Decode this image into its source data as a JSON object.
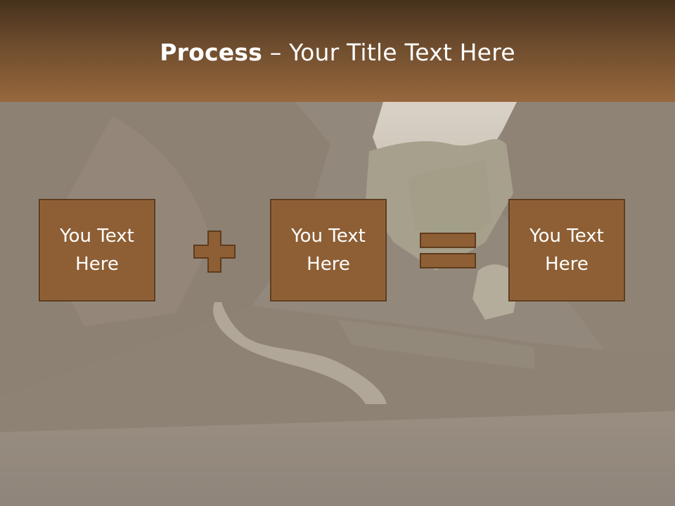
{
  "slide": {
    "title_bold": "Process",
    "title_separator": " – ",
    "title_rest": "Your Title Text Here"
  },
  "process": {
    "box1": "You Text Here",
    "box2": "You Text Here",
    "box3": "You Text Here"
  },
  "colors": {
    "header_dark": "#45301c",
    "header_light": "#97683e",
    "box_fill": "#8e5f35",
    "box_border": "#5e3c1d",
    "text": "#ffffff"
  },
  "icons": {
    "operator_1": "plus-icon",
    "operator_2": "equals-icon"
  }
}
